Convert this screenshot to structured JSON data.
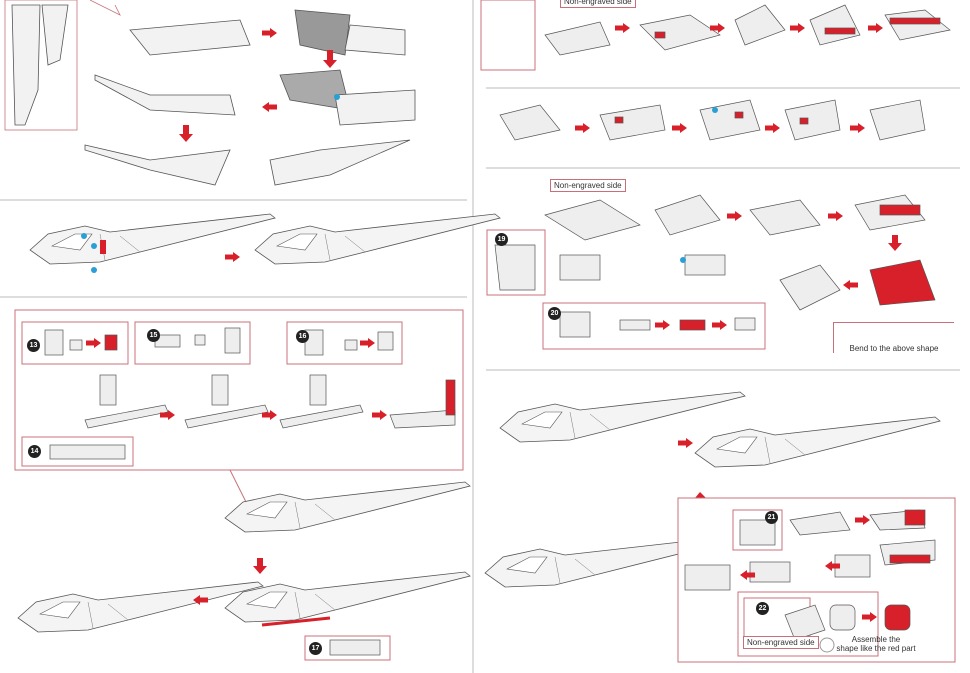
{
  "labels": {
    "non_engraved_top": "Non-engraved side",
    "non_engraved_19": "Non-engraved side",
    "bend_note": "Bend to the above shape",
    "non_engraved_22": "Non-engraved side",
    "assemble_note_line1": "Assemble the",
    "assemble_note_line2": "shape like the red part"
  },
  "steps": [
    "13",
    "14",
    "15",
    "16",
    "17",
    "19",
    "20",
    "21",
    "22"
  ],
  "colors": {
    "accent": "#d8202a",
    "frame": "#c8707a",
    "line": "#555555",
    "marker": "#2a9fd6",
    "highlight": "#f0d000"
  }
}
